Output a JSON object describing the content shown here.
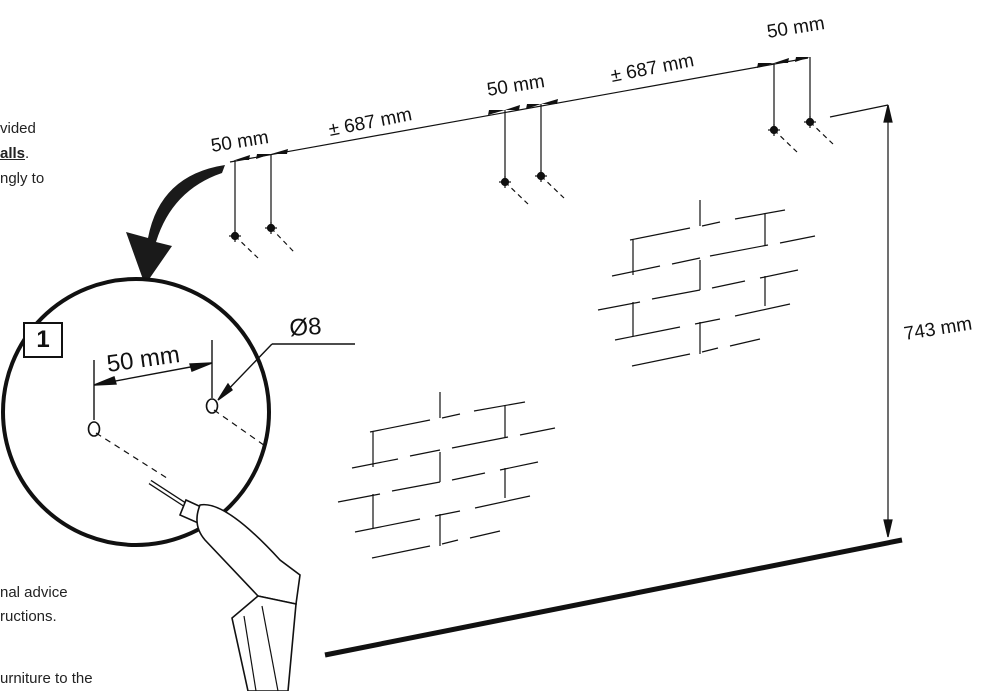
{
  "text_fragments": {
    "line1": "vided",
    "line2_bold": "alls",
    "line2_after": ".",
    "line3": "ngly to",
    "line4": "nal advice",
    "line5": "ructions.",
    "line6": "urniture to the"
  },
  "dimensions": {
    "spacing_left": "50 mm",
    "span_left": "± 687 mm",
    "spacing_mid": "50 mm",
    "span_right": "± 687 mm",
    "spacing_right": "50 mm",
    "height": "743 mm"
  },
  "detail": {
    "step_number": "1",
    "spacing": "50 mm",
    "hole_diameter": "Ø8"
  }
}
